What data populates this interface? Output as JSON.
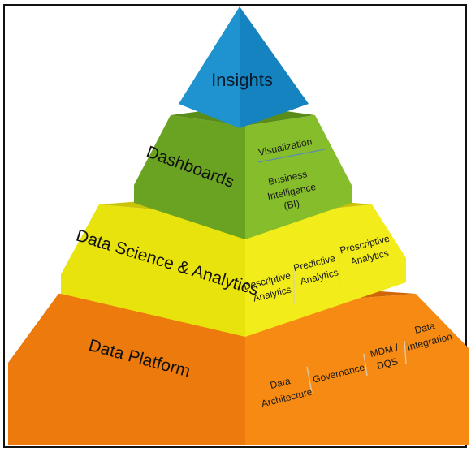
{
  "pyramid": {
    "insights": {
      "label": "Insights",
      "colors": {
        "left": "#1f93cf",
        "right": "#1583c0",
        "top": "#2aa3dd"
      }
    },
    "dashboards": {
      "label": "Dashboards",
      "items": [
        "Visualization",
        "Business",
        "Intelligence",
        "(BI)"
      ],
      "colors": {
        "left": "#6aa321",
        "right": "#86bd2b",
        "top": "#5a8c1a"
      }
    },
    "data_science": {
      "label": "Data Science & Analytics",
      "items": [
        [
          "Descriptive",
          "Analytics"
        ],
        [
          "Predictive",
          "Analytics"
        ],
        [
          "Prescriptive",
          "Analytics"
        ]
      ],
      "colors": {
        "left": "#e8e30c",
        "right": "#f2ec1a",
        "top": "#c9c30a"
      }
    },
    "data_platform": {
      "label": "Data Platform",
      "items": [
        [
          "Data",
          "Architecture"
        ],
        [
          "Governance"
        ],
        [
          "MDM /",
          "DQS"
        ],
        [
          "Data",
          "Integration"
        ]
      ],
      "colors": {
        "left": "#ec7a0d",
        "right": "#f68a12",
        "top": "#cf6608"
      }
    }
  }
}
